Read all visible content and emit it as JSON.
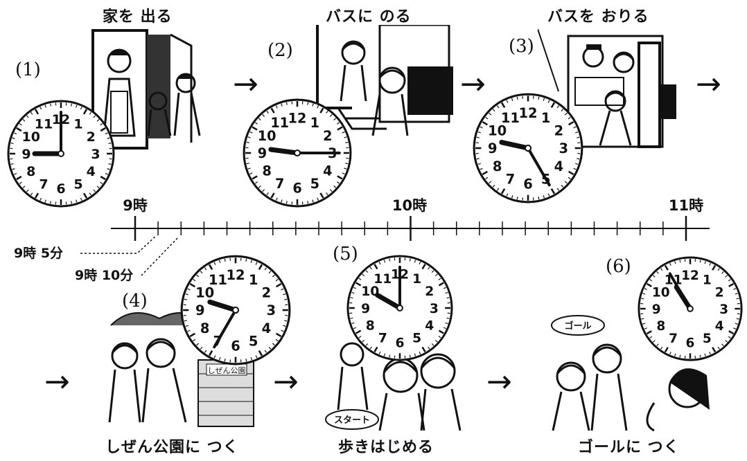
{
  "steps": [
    {
      "num": "(1)",
      "caption": "家を 出る",
      "time": {
        "h": 9,
        "m": 0
      }
    },
    {
      "num": "(2)",
      "caption": "バスに のる",
      "time": {
        "h": 9,
        "m": 15
      }
    },
    {
      "num": "(3)",
      "caption": "バスを おりる",
      "time": {
        "h": 9,
        "m": 25
      }
    },
    {
      "num": "(4)",
      "caption": "しぜん公園に つく",
      "time": {
        "h": 9,
        "m": 35
      }
    },
    {
      "num": "(5)",
      "caption": "歩きはじめる",
      "time": {
        "h": 10,
        "m": 0
      }
    },
    {
      "num": "(6)",
      "caption": "ゴールに つく",
      "time": {
        "h": 10,
        "m": 55
      }
    }
  ],
  "clock_numerals": [
    "12",
    "1",
    "2",
    "3",
    "4",
    "5",
    "6",
    "7",
    "8",
    "9",
    "10",
    "11"
  ],
  "arrow_glyph": "→",
  "timeline": {
    "start_label": "9時",
    "mid_label": "10時",
    "end_label": "11時",
    "pointer_5": "9時 5分",
    "pointer_10": "9時 10分",
    "tick_interval_minutes": 5
  },
  "bubbles": {
    "start_sign": "スタート",
    "goal_sign": "ゴール",
    "park_sign": "しぜん公園"
  }
}
